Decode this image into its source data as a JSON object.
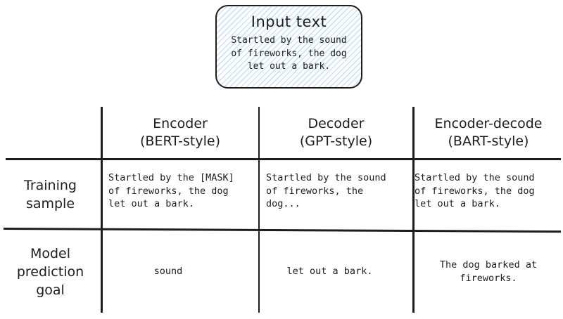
{
  "colors": {
    "ink": "#1d1d1d",
    "hatch_blue": "#cfe3f4",
    "background": "#ffffff"
  },
  "input_box": {
    "title": "Input text",
    "body": "Startled by the sound\nof fireworks, the dog\nlet out a bark."
  },
  "table": {
    "headers": [
      {
        "name": "Encoder",
        "style": "(BERT-style)"
      },
      {
        "name": "Decoder",
        "style": "(GPT-style)"
      },
      {
        "name": "Encoder-decode",
        "style": "(BART-style)"
      }
    ],
    "row_labels": [
      "Training\nsample",
      "Model\nprediction\ngoal"
    ],
    "training_sample": [
      "Startled by the [MASK]\nof fireworks, the dog\nlet out a bark.",
      "Startled by the sound\nof fireworks, the\ndog...",
      "Startled by the sound\nof fireworks, the dog\nlet out a bark."
    ],
    "prediction_goal": [
      "sound",
      "let out a bark.",
      "The dog barked at\nfireworks."
    ]
  }
}
